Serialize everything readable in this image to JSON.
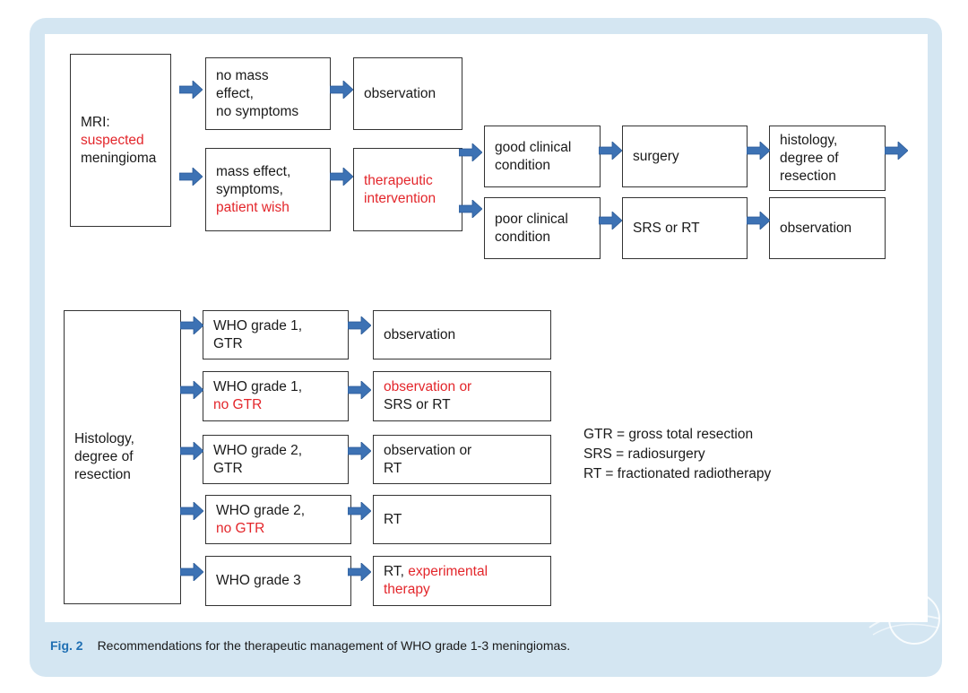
{
  "flowchart_top": {
    "mri": {
      "l1": "MRI:",
      "l2": "suspected",
      "l3": "meningioma"
    },
    "no_mass": {
      "l1": "no mass",
      "l2": "effect,",
      "l3": "no symptoms"
    },
    "observation_1": "observation",
    "mass_effect": {
      "l1": "mass effect,",
      "l2": "symptoms,",
      "l3": "patient wish"
    },
    "therapeutic": {
      "l1": "therapeutic",
      "l2": "intervention"
    },
    "good_clinical": {
      "l1": "good clinical",
      "l2": "condition"
    },
    "poor_clinical": {
      "l1": "poor clinical",
      "l2": "condition"
    },
    "surgery": "surgery",
    "srs_rt": "SRS or RT",
    "histology_top": {
      "l1": "histology,",
      "l2": "degree of",
      "l3": "resection"
    },
    "observation_2": "observation"
  },
  "flowchart_bottom": {
    "histology": {
      "l1": "Histology,",
      "l2": "degree of",
      "l3": "resection"
    },
    "rows": [
      {
        "grade": {
          "l1": "WHO grade 1,",
          "l2": "GTR"
        },
        "outcome": {
          "l1": "observation"
        }
      },
      {
        "grade": {
          "l1": "WHO grade 1,",
          "l2": "no GTR"
        },
        "outcome": {
          "l1": "observation or",
          "l2": "SRS or RT"
        }
      },
      {
        "grade": {
          "l1": "WHO grade 2,",
          "l2": "GTR"
        },
        "outcome": {
          "l1": "observation or",
          "l2": "RT"
        }
      },
      {
        "grade": {
          "l1": "WHO grade 2,",
          "l2": "no GTR"
        },
        "outcome": {
          "l1": "RT"
        }
      },
      {
        "grade": {
          "l1": "WHO grade 3"
        },
        "outcome": {
          "l1": "RT,",
          "l2": "experimental",
          "l3": "therapy"
        }
      }
    ]
  },
  "legend": {
    "gtr": "GTR = gross total resection",
    "srs": "SRS = radiosurgery",
    "rt": "RT = fractionated radiotherapy"
  },
  "caption": {
    "label": "Fig. 2",
    "text": "Recommendations for the therapeutic management of WHO grade 1-3 meningiomas."
  },
  "colors": {
    "arrow": "#3d72b4",
    "highlight": "#e3262b",
    "frame": "#d4e6f2",
    "caption_label": "#1f6fb3"
  }
}
